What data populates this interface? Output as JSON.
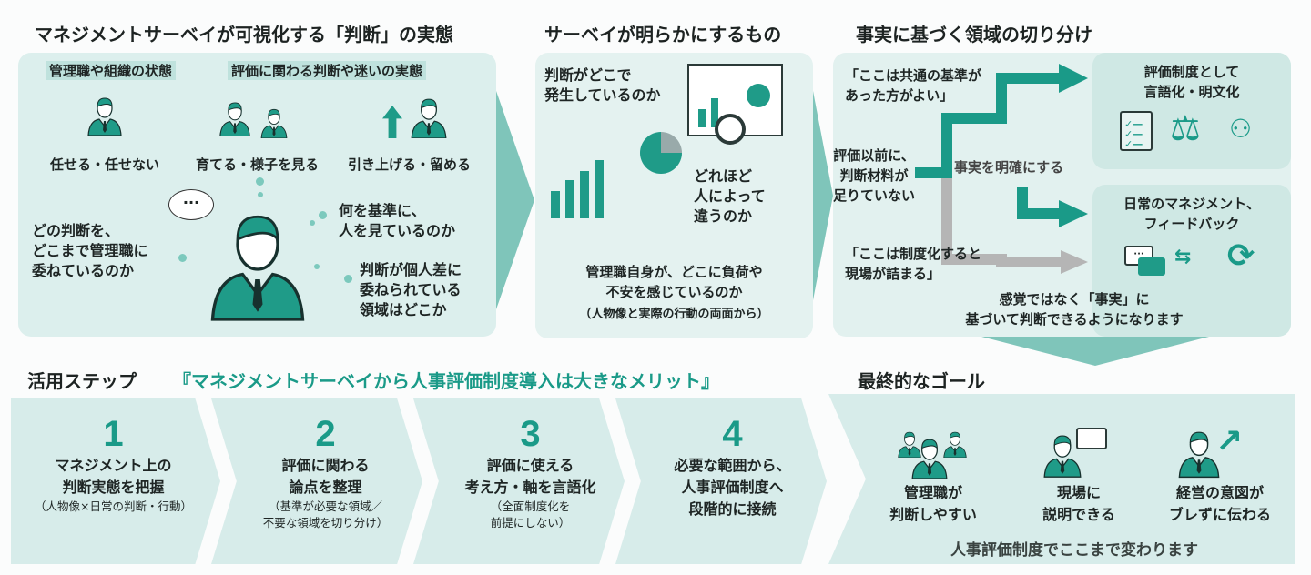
{
  "section1": {
    "title": "マネジメントサーベイが可視化する「判断」の実態",
    "tags": [
      "管理職や組織の状態",
      "評価に関わる判断や迷いの実態"
    ],
    "actions": [
      "任せる・任せない",
      "育てる・様子を見る",
      "引き上げる・留める"
    ],
    "questions": [
      "どの判断を、\nどこまで管理職に\n委ねているのか",
      "何を基準に、\n人を見ているのか",
      "判断が個人差に\n委ねられている\n領域はどこか"
    ]
  },
  "section2": {
    "title": "サーベイが明らかにするもの",
    "items": [
      "判断がどこで\n発生しているのか",
      "どれほど\n人によって\n違うのか",
      "管理職自身が、どこに負荷や\n不安を感じているのか"
    ],
    "note": "（人物像と実際の行動の両面から）"
  },
  "section3": {
    "title": "事実に基づく領域の切り分け",
    "quote_top": "「ここは共通の基準が\nあった方がよい」",
    "origin": "評価以前に、\n判断材料が\n足りていない",
    "middle": "事実を明確にする",
    "quote_bottom": "「ここは制度化すると\n現場が詰まる」",
    "box1": "評価制度として\n言語化・明文化",
    "box2": "日常のマネジメント、\nフィードバック",
    "conclusion": "感覚ではなく「事実」に\n基づいて判断できるようになります",
    "colors": {
      "accent": "#1a9a88",
      "gray": "#b5b5b5"
    }
  },
  "steps": {
    "title": "活用ステップ",
    "subtitle": "『マネジメントサーベイから人事評価制度導入は大きなメリット』",
    "items": [
      {
        "num": "1",
        "label": "マネジメント上の\n判断実態を把握",
        "note": "（人物像×日常の判断・行動）"
      },
      {
        "num": "2",
        "label": "評価に関わる\n論点を整理",
        "note": "（基準が必要な領域／\n不要な領域を切り分け）"
      },
      {
        "num": "3",
        "label": "評価に使える\n考え方・軸を言語化",
        "note": "（全面制度化を\n前提にしない）"
      },
      {
        "num": "4",
        "label": "必要な範囲から、\n人事評価制度へ\n段階的に接続",
        "note": ""
      }
    ]
  },
  "goal": {
    "title": "最終的なゴール",
    "items": [
      "管理職が\n判断しやすい",
      "現場に\n説明できる",
      "経営の意図が\nブレずに伝わる"
    ],
    "footer": "人事評価制度でここまで変わります"
  }
}
